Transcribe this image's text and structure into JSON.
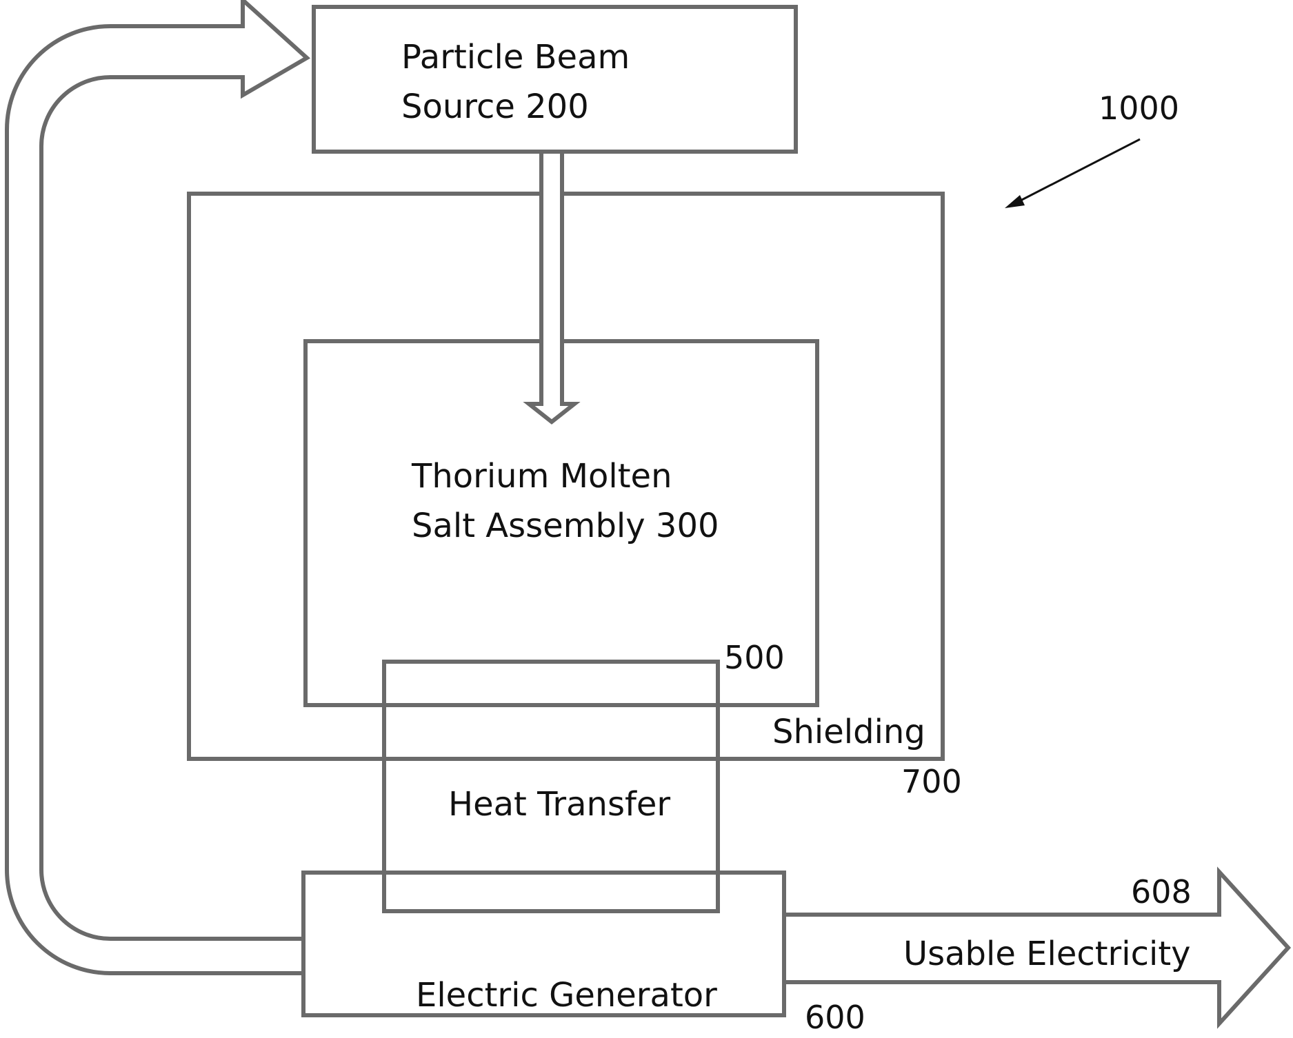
{
  "particle_beam_source": {
    "line1": "Particle Beam",
    "line2": "Source 200"
  },
  "thorium_assembly": {
    "line1": "Thorium Molten",
    "line2": "Salt Assembly 300"
  },
  "heat_transfer": {
    "label": "Heat Transfer",
    "ref": "500"
  },
  "shielding": {
    "label": "Shielding",
    "ref": "700"
  },
  "electric_generator": {
    "label": "Electric Generator",
    "ref": "600"
  },
  "usable_electricity": {
    "label": "Usable Electricity",
    "ref": "608"
  },
  "system": {
    "ref": "1000"
  },
  "colors": {
    "outline": "#6a6a6a",
    "text": "#111111",
    "background": "#ffffff"
  }
}
